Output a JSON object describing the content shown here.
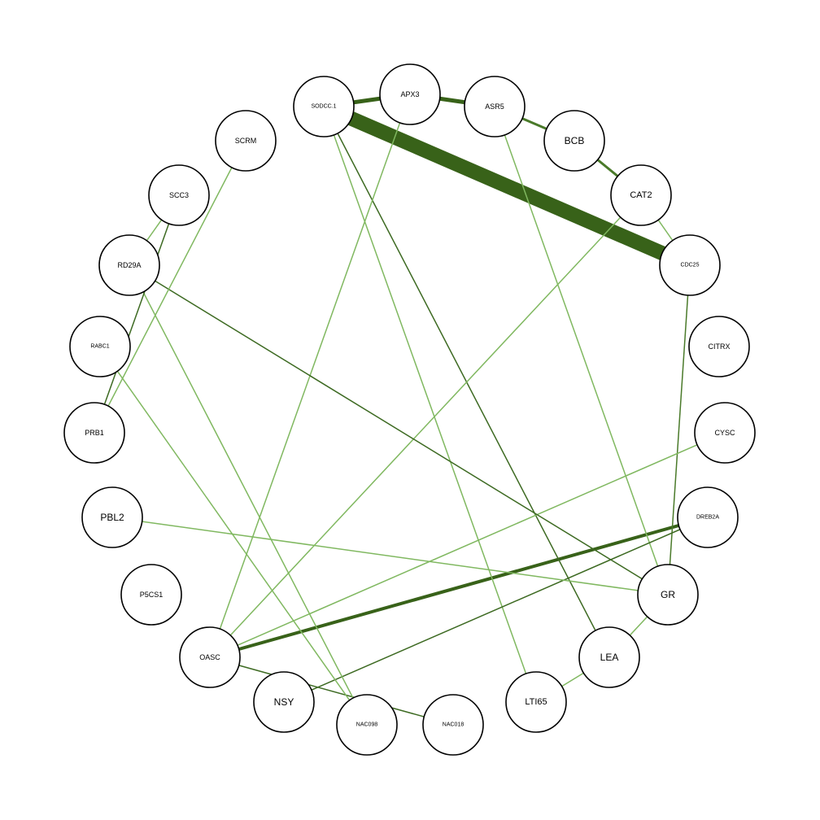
{
  "graph": {
    "nodes": [
      {
        "id": "SODCC.1",
        "label": "SODCC.1",
        "size": "tiny"
      },
      {
        "id": "APX3",
        "label": "APX3",
        "size": "small"
      },
      {
        "id": "ASR5",
        "label": "ASR5",
        "size": "small"
      },
      {
        "id": "BCB",
        "label": "BCB",
        "size": "large"
      },
      {
        "id": "CAT2",
        "label": "CAT2",
        "size": "medium"
      },
      {
        "id": "CDC25",
        "label": "CDC25",
        "size": "tiny"
      },
      {
        "id": "CITRX",
        "label": "CITRX",
        "size": "small"
      },
      {
        "id": "CYSC",
        "label": "CYSC",
        "size": "small"
      },
      {
        "id": "DREB2A",
        "label": "DREB2A",
        "size": "tiny"
      },
      {
        "id": "GR",
        "label": "GR",
        "size": "large"
      },
      {
        "id": "LEA",
        "label": "LEA",
        "size": "large"
      },
      {
        "id": "LTI65",
        "label": "LTI65",
        "size": "medium"
      },
      {
        "id": "NAC018",
        "label": "NAC018",
        "size": "tiny"
      },
      {
        "id": "NAC098",
        "label": "NAC098",
        "size": "tiny"
      },
      {
        "id": "NSY",
        "label": "NSY",
        "size": "large"
      },
      {
        "id": "OASC",
        "label": "OASC",
        "size": "small"
      },
      {
        "id": "P5CS1",
        "label": "P5CS1",
        "size": "small"
      },
      {
        "id": "PBL2",
        "label": "PBL2",
        "size": "large"
      },
      {
        "id": "PRB1",
        "label": "PRB1",
        "size": "small"
      },
      {
        "id": "RABC1",
        "label": "RABC1",
        "size": "tiny"
      },
      {
        "id": "RD29A",
        "label": "RD29A",
        "size": "small"
      },
      {
        "id": "SCC3",
        "label": "SCC3",
        "size": "small"
      },
      {
        "id": "SCRM",
        "label": "SCRM",
        "size": "small"
      }
    ],
    "edges": [
      {
        "source": "SODCC.1",
        "target": "CDC25",
        "weight": 18,
        "color": "#386219"
      },
      {
        "source": "SODCC.1",
        "target": "APX3",
        "weight": 5,
        "color": "#386219"
      },
      {
        "source": "APX3",
        "target": "ASR5",
        "weight": 5,
        "color": "#386219"
      },
      {
        "source": "ASR5",
        "target": "BCB",
        "weight": 3,
        "color": "#4a7a2a"
      },
      {
        "source": "BCB",
        "target": "CAT2",
        "weight": 3,
        "color": "#4a7a2a"
      },
      {
        "source": "CAT2",
        "target": "CDC25",
        "weight": 1.5,
        "color": "#80b860"
      },
      {
        "source": "DREB2A",
        "target": "OASC",
        "weight": 4,
        "color": "#386219"
      },
      {
        "source": "SODCC.1",
        "target": "LEA",
        "weight": 1.5,
        "color": "#3d6a22"
      },
      {
        "source": "SODCC.1",
        "target": "LTI65",
        "weight": 1.5,
        "color": "#80b860"
      },
      {
        "source": "APX3",
        "target": "OASC",
        "weight": 1.5,
        "color": "#80b860"
      },
      {
        "source": "ASR5",
        "target": "GR",
        "weight": 1.5,
        "color": "#80b860"
      },
      {
        "source": "CAT2",
        "target": "OASC",
        "weight": 1.5,
        "color": "#80b860"
      },
      {
        "source": "CDC25",
        "target": "GR",
        "weight": 1.5,
        "color": "#4a7a2a"
      },
      {
        "source": "CYSC",
        "target": "OASC",
        "weight": 1.5,
        "color": "#80b860"
      },
      {
        "source": "DREB2A",
        "target": "NSY",
        "weight": 1.5,
        "color": "#3d6a22"
      },
      {
        "source": "GR",
        "target": "LEA",
        "weight": 1.5,
        "color": "#80b860"
      },
      {
        "source": "GR",
        "target": "PBL2",
        "weight": 1.5,
        "color": "#80b860"
      },
      {
        "source": "GR",
        "target": "RD29A",
        "weight": 1.5,
        "color": "#3d6a22"
      },
      {
        "source": "LEA",
        "target": "LTI65",
        "weight": 1.5,
        "color": "#80b860"
      },
      {
        "source": "NAC018",
        "target": "OASC",
        "weight": 1.5,
        "color": "#3d6a22"
      },
      {
        "source": "NAC098",
        "target": "RABC1",
        "weight": 1.5,
        "color": "#80b860"
      },
      {
        "source": "NAC098",
        "target": "RD29A",
        "weight": 1.5,
        "color": "#80b860"
      },
      {
        "source": "PRB1",
        "target": "SCC3",
        "weight": 1.5,
        "color": "#3d6a22"
      },
      {
        "source": "PRB1",
        "target": "SCRM",
        "weight": 1.5,
        "color": "#80b860"
      },
      {
        "source": "RD29A",
        "target": "SCC3",
        "weight": 1.5,
        "color": "#80b860"
      }
    ]
  }
}
